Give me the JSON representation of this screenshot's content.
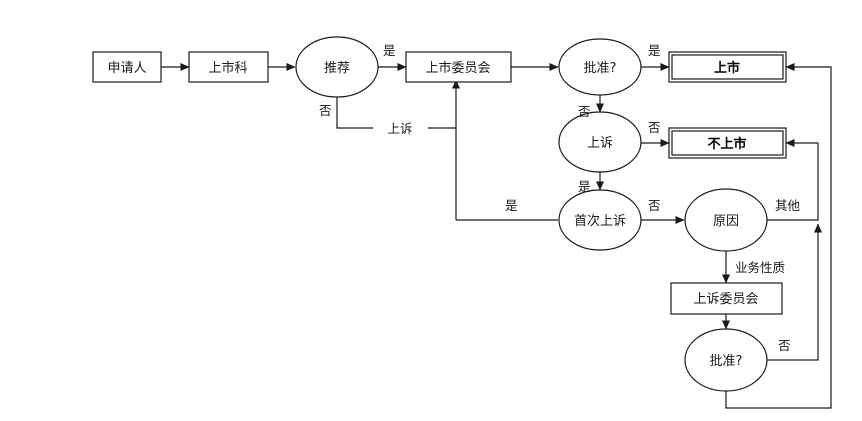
{
  "nodes": {
    "applicant": "申请人",
    "listing_section": "上市科",
    "recommend": "推荐",
    "listing_committee": "上市委员会",
    "approved_q1": "批准?",
    "listed": "上市",
    "appeal": "上诉",
    "not_listed": "不上市",
    "first_appeal": "首次上诉",
    "reason": "原因",
    "appeal_committee": "上诉委员会",
    "approved_q2": "批准?"
  },
  "edge_labels": {
    "recommend_yes": "是",
    "recommend_no": "否",
    "appeal_path": "上诉",
    "approved1_yes": "是",
    "approved1_no": "否",
    "appeal_no": "否",
    "appeal_yes": "是",
    "first_appeal_yes": "是",
    "first_appeal_no": "否",
    "reason_other": "其他",
    "reason_business": "业务性质",
    "approved2_no": "否"
  },
  "colors": {
    "line": "#1a1a1a",
    "background": "#ffffff"
  }
}
